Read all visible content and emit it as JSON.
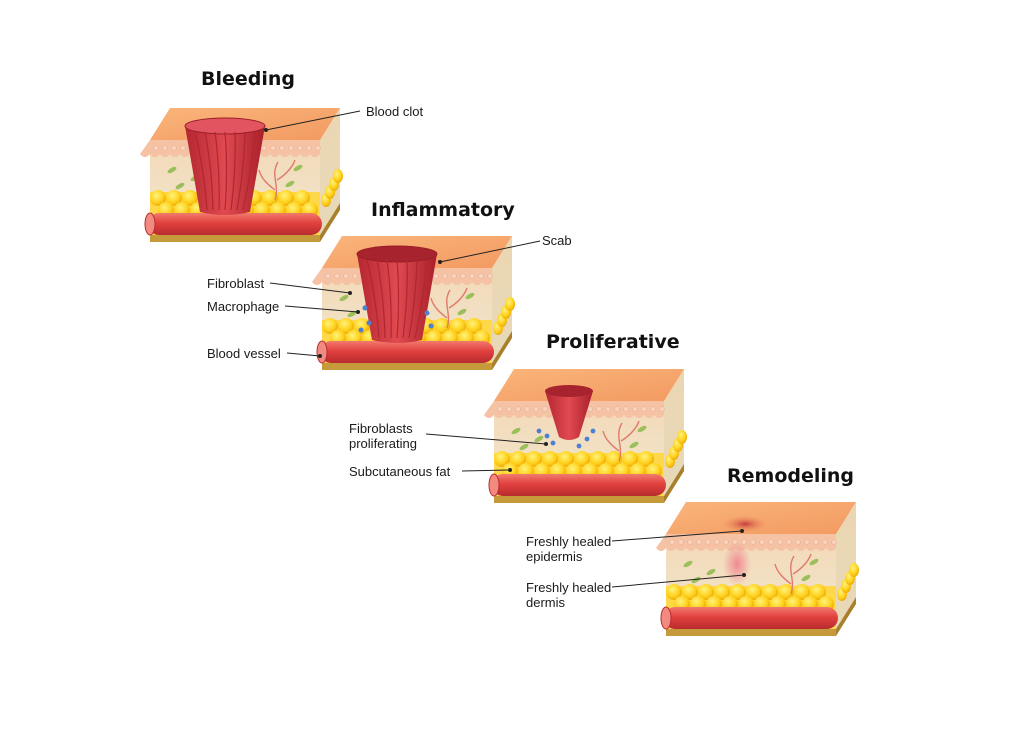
{
  "stages": [
    {
      "title": "Bleeding"
    },
    {
      "title": "Inflammatory"
    },
    {
      "title": "Proliferative"
    },
    {
      "title": "Remodeling"
    }
  ],
  "labels": {
    "blood_clot": [
      "Blood clot"
    ],
    "scab": [
      "Scab"
    ],
    "fibroblast": [
      "Fibroblast"
    ],
    "macrophage": [
      "Macrophage"
    ],
    "blood_vessel": [
      "Blood vessel"
    ],
    "fibroblasts_proliferating": [
      "Fibroblasts",
      "proliferating"
    ],
    "subcutaneous_fat": [
      "Subcutaneous fat"
    ],
    "freshly_healed_epidermis": [
      "Freshly healed",
      "epidermis"
    ],
    "freshly_healed_dermis": [
      "Freshly healed",
      "dermis"
    ]
  },
  "colors": {
    "epidermis_top": "#f7a872",
    "epidermis_side": "#f4c6a8",
    "dermis": "#f1e6cc",
    "fat": "#ffcc1a",
    "fat_dark": "#e6a800",
    "vessel": "#e23b3b",
    "clot": "#c8303a",
    "base": "#c49a3a"
  }
}
